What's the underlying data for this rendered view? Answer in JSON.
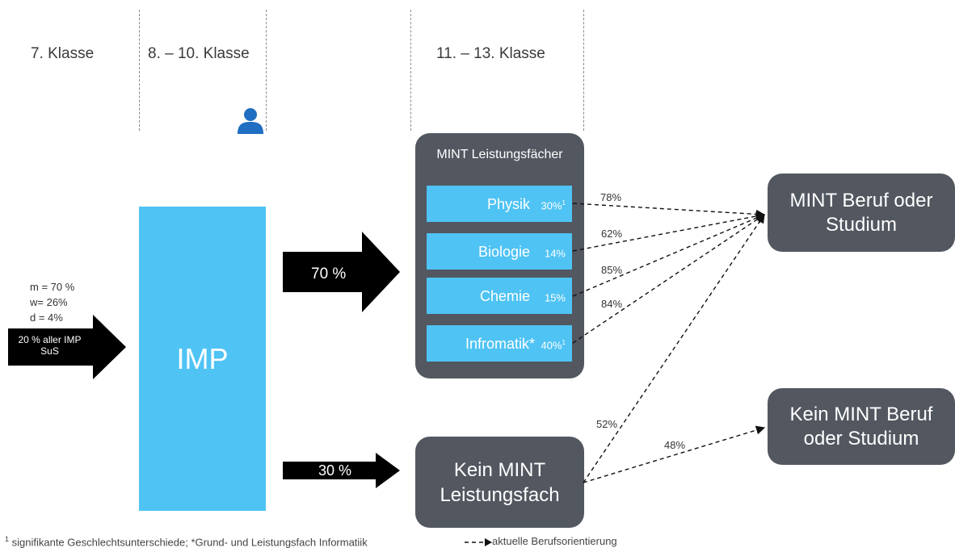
{
  "phases": [
    "7. Klasse",
    "8. – 10. Klasse",
    "11. – 13. Klasse"
  ],
  "demographics": {
    "m": "m = 70 %",
    "w": "w= 26%",
    "d": "d = 4%"
  },
  "input_arrow": {
    "line1": "20 % aller IMP",
    "line2": "SuS"
  },
  "imp_label": "IMP",
  "arrow_mint": "70 %",
  "arrow_kein": "30 %",
  "mint_group": {
    "title": "MINT Leistungsfächer",
    "subjects": [
      {
        "name": "Physik",
        "pct": "30%",
        "sup": "1"
      },
      {
        "name": "Biologie",
        "pct": "14%",
        "sup": ""
      },
      {
        "name": "Chemie",
        "pct": "15%",
        "sup": ""
      },
      {
        "name": "Infromatik*",
        "pct": "40%",
        "sup": "1"
      }
    ]
  },
  "kein_fach": {
    "line1": "Kein MINT",
    "line2": "Leistungsfach"
  },
  "outcomes": {
    "mint": {
      "line1": "MINT Beruf oder",
      "line2": "Studium"
    },
    "kein": {
      "line1": "Kein MINT Beruf",
      "line2": "oder Studium"
    }
  },
  "rates": {
    "physik": "78%",
    "biologie": "62%",
    "chemie": "85%",
    "informatik": "84%",
    "kein_to_mint": "52%",
    "kein_to_kein": "48%"
  },
  "footnote": {
    "sup": "1",
    "text": " signifikante Geschlechtsunterschiede; *Grund- und Leistungsfach Informatiik"
  },
  "legend": "aktuelle Berufsorientierung",
  "colors": {
    "light_blue": "#4fc3f4",
    "dark_box": "#525760",
    "person_icon": "#1f6ec2",
    "arrow": "#000000"
  }
}
